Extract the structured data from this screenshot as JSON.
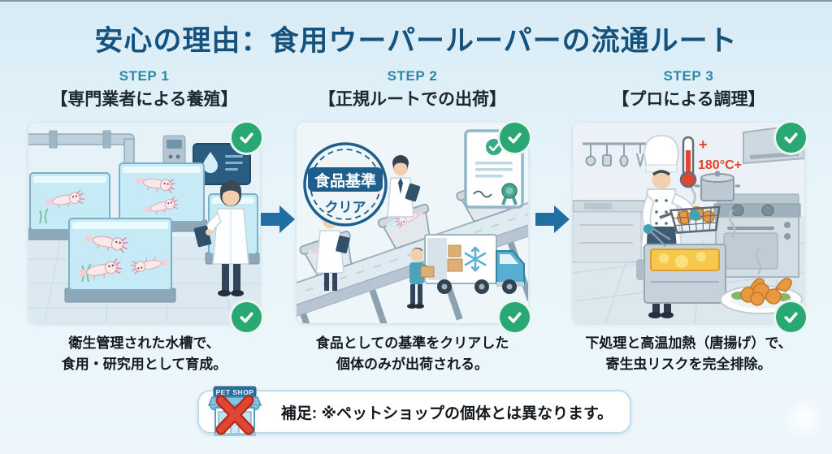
{
  "title": "安心の理由：食用ウーパールーパーの流通ルート",
  "steps": [
    {
      "label": "STEP 1",
      "heading": "【専門業者による養殖】",
      "caption_line1": "衛生管理された水槽で、",
      "caption_line2": "食用・研究用として育成。",
      "illustration": "axolotl-farm-tanks"
    },
    {
      "label": "STEP 2",
      "heading": "【正規ルートでの出荷】",
      "caption_line1": "食品としての基準をクリアした",
      "caption_line2": "個体のみが出荷される。",
      "illustration": "inspection-conveyor-refrigerated-truck",
      "badge_line1": "食品基準",
      "badge_line2": "クリア"
    },
    {
      "label": "STEP 3",
      "heading": "【プロによる調理】",
      "caption_line1": "下処理と高温加熱（唐揚げ）で、",
      "caption_line2": "寄生虫リスクを完全排除。",
      "illustration": "chef-deep-frying-kitchen",
      "temperature_plus": "+",
      "temperature_label": "180°C+"
    }
  ],
  "footer": {
    "shop_sign": "PET SHOP",
    "note": "補足: ※ペットショップの個体とは異なります。"
  },
  "colors": {
    "background": "#e3f1f8",
    "title": "#15537e",
    "step_label": "#2e86a8",
    "heading": "#1d2730",
    "caption": "#14191f",
    "arrow": "#1f6fa3",
    "check_green": "#29a873",
    "badge_blue": "#1d5e8c",
    "cross_red": "#d93a2b",
    "temperature_red": "#e0452f",
    "truck_cyan": "#59aed3",
    "oil_yellow": "#f6c84d"
  }
}
